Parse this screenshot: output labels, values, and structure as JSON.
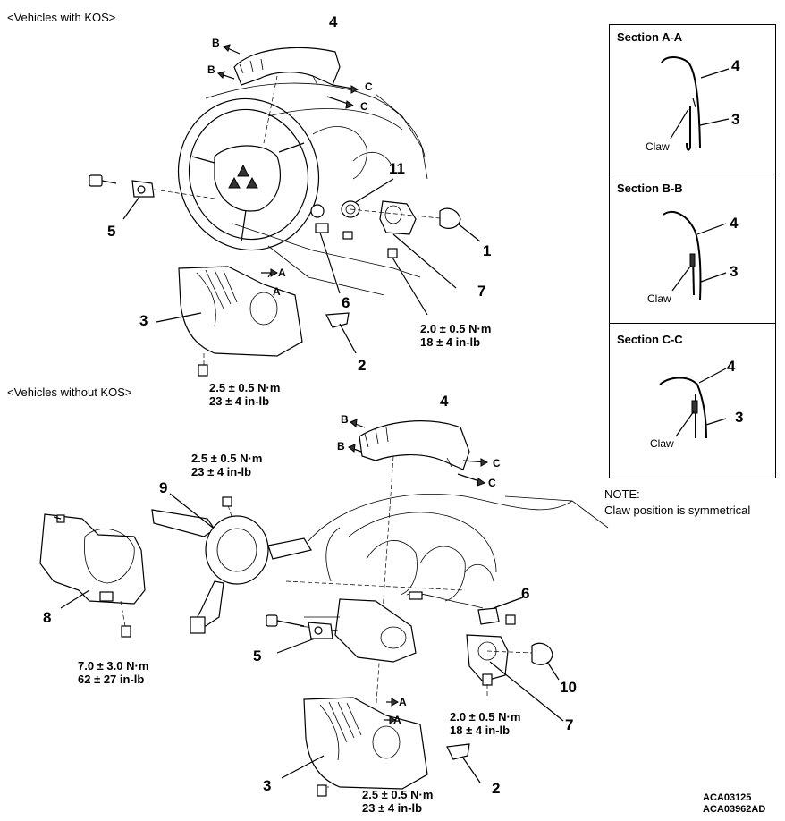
{
  "headers": {
    "with_kos": "<Vehicles with KOS>",
    "without_kos": "<Vehicles without KOS>"
  },
  "sections": [
    {
      "title": "Section A-A",
      "upper_part": "4",
      "lower_part": "3",
      "claw": "Claw"
    },
    {
      "title": "Section B-B",
      "upper_part": "4",
      "lower_part": "3",
      "claw": "Claw"
    },
    {
      "title": "Section C-C",
      "upper_part": "4",
      "lower_part": "3",
      "claw": "Claw"
    }
  ],
  "note": {
    "title": "NOTE:",
    "text": "Claw position is symmetrical"
  },
  "kos": {
    "part_4": "4",
    "part_11": "11",
    "part_5": "5",
    "part_1": "1",
    "part_7": "7",
    "part_6": "6",
    "part_3": "3",
    "part_2": "2",
    "torque_7": [
      "2.0 ± 0.5 N·m",
      "18 ± 4 in-lb"
    ],
    "torque_3": [
      "2.5 ± 0.5 N·m",
      "23 ± 4 in-lb"
    ]
  },
  "no_kos": {
    "part_4": "4",
    "part_9": "9",
    "part_8": "8",
    "part_5": "5",
    "part_6": "6",
    "part_10": "10",
    "part_7": "7",
    "part_3": "3",
    "part_2": "2",
    "torque_9": [
      "2.5 ± 0.5 N·m",
      "23 ± 4 in-lb"
    ],
    "torque_8": [
      "7.0 ± 3.0 N·m",
      "62 ± 27 in-lb"
    ],
    "torque_7": [
      "2.0 ± 0.5 N·m",
      "18 ± 4 in-lb"
    ],
    "torque_3": [
      "2.5 ± 0.5 N·m",
      "23 ± 4 in-lb"
    ]
  },
  "section_letters": {
    "a": "A",
    "b": "B",
    "c": "C"
  },
  "codes": [
    "ACA03125",
    "ACA03962AD"
  ]
}
